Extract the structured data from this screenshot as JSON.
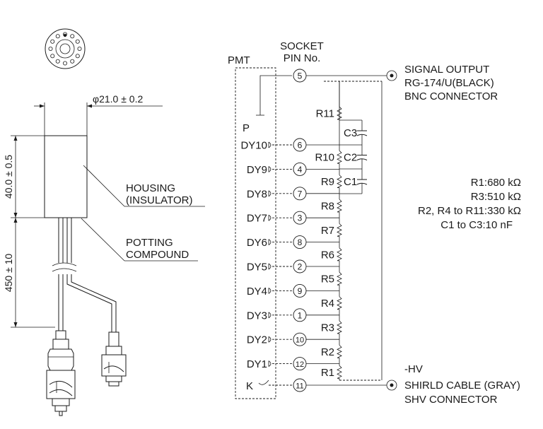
{
  "dimensions": {
    "diameter": "φ21.0 ± 0.2",
    "housing_length": "40.0 ± 0.5",
    "cable_length": "450 ± 10"
  },
  "callouts": {
    "housing_line1": "HOUSING",
    "housing_line2": "(INSULATOR)",
    "potting_line1": "POTTING",
    "potting_line2": "COMPOUND"
  },
  "schematic": {
    "pmt_label": "PMT",
    "socket_line1": "SOCKET",
    "socket_line2": "PIN No.",
    "anode_label": "P",
    "cathode_label": "K",
    "electrodes": [
      {
        "name": "DY10",
        "pin": "6"
      },
      {
        "name": "DY9",
        "pin": "4"
      },
      {
        "name": "DY8",
        "pin": "7"
      },
      {
        "name": "DY7",
        "pin": "3"
      },
      {
        "name": "DY6",
        "pin": "8"
      },
      {
        "name": "DY5",
        "pin": "2"
      },
      {
        "name": "DY4",
        "pin": "9"
      },
      {
        "name": "DY3",
        "pin": "1"
      },
      {
        "name": "DY2",
        "pin": "10"
      },
      {
        "name": "DY1",
        "pin": "12"
      }
    ],
    "anode_pin": "5",
    "cathode_pin": "11",
    "resistors": [
      "R11",
      "R10",
      "R9",
      "R8",
      "R7",
      "R6",
      "R5",
      "R4",
      "R3",
      "R2",
      "R1"
    ],
    "capacitors": [
      "C3",
      "C2",
      "C1"
    ]
  },
  "signal_output": {
    "line1": "SIGNAL OUTPUT",
    "line2": "RG-174/U(BLACK)",
    "line3": "BNC CONNECTOR"
  },
  "hv_output": {
    "line1": "-HV",
    "line2": "SHIRLD CABLE (GRAY)",
    "line3": "SHV CONNECTOR"
  },
  "component_values": {
    "line1": "R1:680 kΩ",
    "line2": "R3:510 kΩ",
    "line3": "R2, R4 to R11:330 kΩ",
    "line4": "C1 to C3:10 nF"
  }
}
